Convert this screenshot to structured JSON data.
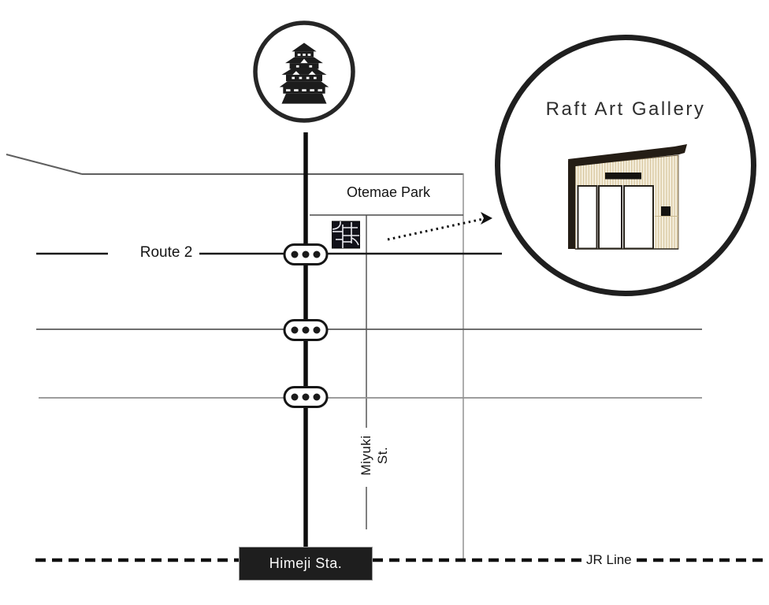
{
  "map": {
    "region_labels": {
      "park": "Otemae Park",
      "route": "Route 2",
      "street_line1": "Miyuki",
      "street_line2": "St.",
      "station": "Himeji Sta.",
      "railway": "JR Line"
    },
    "callout": {
      "title": "Raft Art Gallery"
    },
    "icons": {
      "castle": "himeji-castle-icon (black pagoda silhouette in circle)",
      "gallery_marker": "gallery-marker-icon (dark square with white floor-plan lines)",
      "storefront": "gallery-storefront-icon (slant-roof building, striped cream wall, three doors)",
      "traffic_signal": "traffic-signal-icon (white pill with three black dots)",
      "arrow": "dotted-arrow-icon (dotted leader pointing to callout)"
    },
    "colors": {
      "ink": "#1a1a1a",
      "road_gray": "#5f5f5f",
      "station_box": "#1e1e1e",
      "callout_border": "#1f1f1f",
      "wall_cream": "#f5efdf",
      "wall_stripe": "#d3c094",
      "roof_dark": "#241d15"
    }
  }
}
